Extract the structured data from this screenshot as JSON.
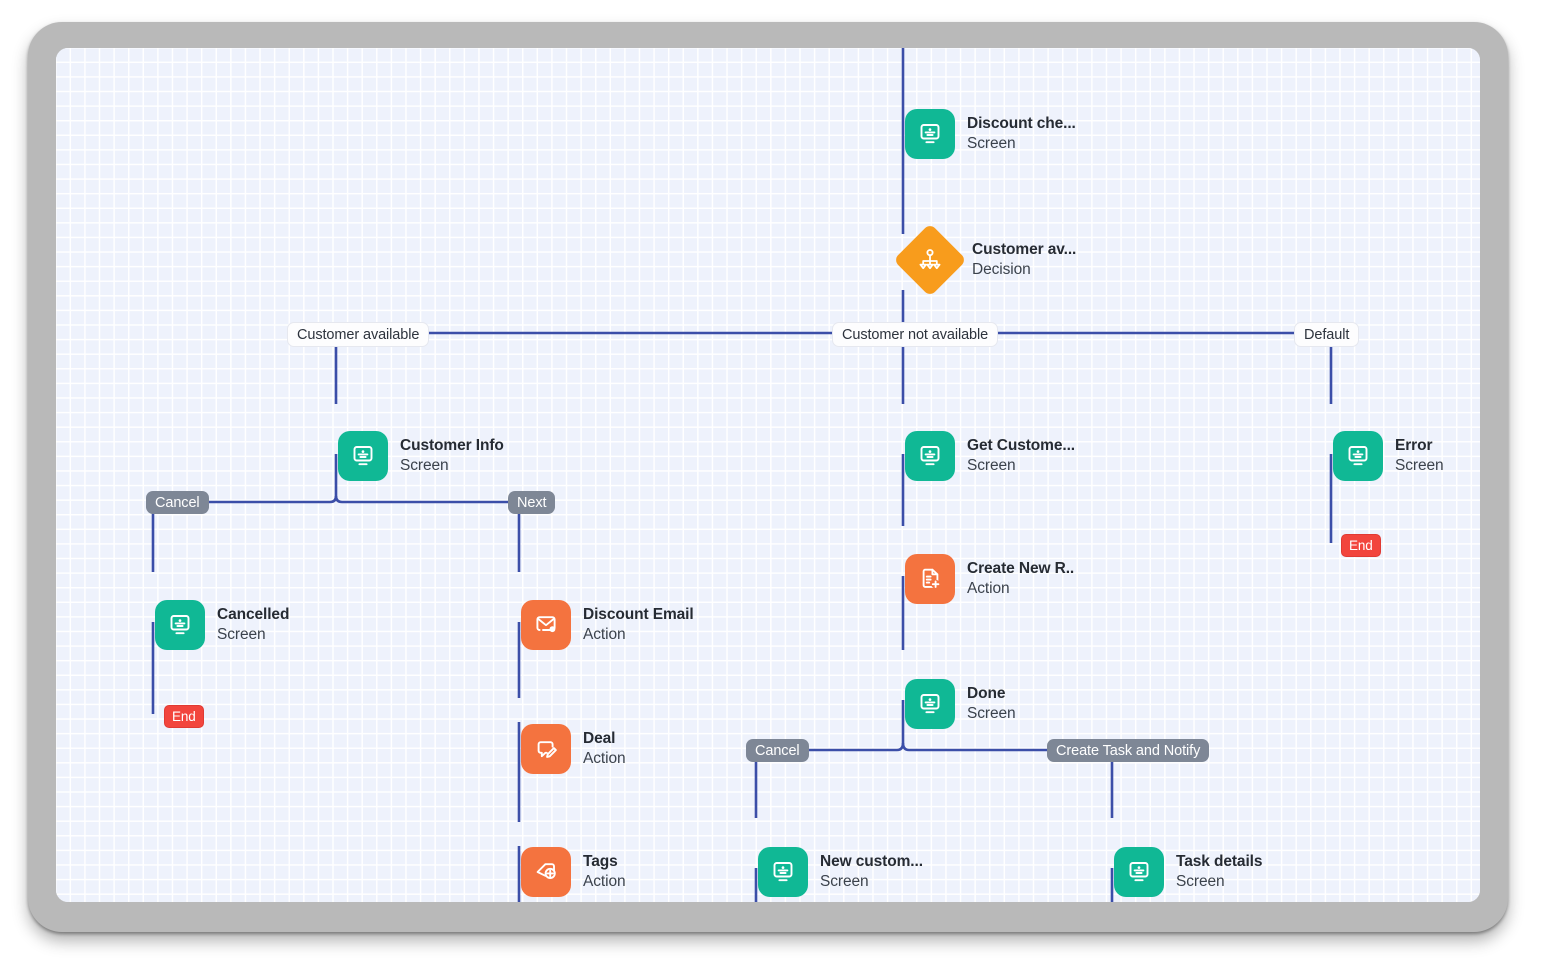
{
  "diagram": {
    "type": "flowchart",
    "canvas": {
      "grid": true,
      "grid_color": "#ffffff",
      "background": "#eef2fc"
    },
    "colors": {
      "screen": "#10b895",
      "action": "#f4733f",
      "decision": "#f89c1c",
      "edge": "#3b4ea8",
      "end_badge": "#f2453d",
      "gray_pill": "#7e8796"
    },
    "nodes": [
      {
        "id": "discount-check",
        "title": "Discount che...",
        "type": "Screen",
        "kind": "screen",
        "icon": "screen-icon"
      },
      {
        "id": "customer-available",
        "title": "Customer av...",
        "type": "Decision",
        "kind": "decision",
        "icon": "branch-icon"
      },
      {
        "id": "customer-info",
        "title": "Customer Info",
        "type": "Screen",
        "kind": "screen",
        "icon": "screen-icon"
      },
      {
        "id": "get-customer",
        "title": "Get Custome...",
        "type": "Screen",
        "kind": "screen",
        "icon": "screen-icon"
      },
      {
        "id": "error",
        "title": "Error",
        "type": "Screen",
        "kind": "screen",
        "icon": "screen-icon"
      },
      {
        "id": "cancelled",
        "title": "Cancelled",
        "type": "Screen",
        "kind": "screen",
        "icon": "screen-icon"
      },
      {
        "id": "discount-email",
        "title": "Discount Email",
        "type": "Action",
        "kind": "action",
        "icon": "envelope-icon"
      },
      {
        "id": "create-new-record",
        "title": "Create New R..",
        "type": "Action",
        "kind": "action",
        "icon": "document-plus-icon"
      },
      {
        "id": "deal",
        "title": "Deal",
        "type": "Action",
        "kind": "action",
        "icon": "deal-edit-icon"
      },
      {
        "id": "done",
        "title": "Done",
        "type": "Screen",
        "kind": "screen",
        "icon": "screen-icon"
      },
      {
        "id": "tags",
        "title": "Tags",
        "type": "Action",
        "kind": "action",
        "icon": "tag-plus-icon"
      },
      {
        "id": "new-customer",
        "title": "New custom...",
        "type": "Screen",
        "kind": "screen",
        "icon": "screen-icon"
      },
      {
        "id": "task-details",
        "title": "Task details",
        "type": "Screen",
        "kind": "screen",
        "icon": "screen-icon"
      }
    ],
    "edge_labels": [
      {
        "id": "customer-available-label",
        "text": "Customer available",
        "style": "light"
      },
      {
        "id": "customer-not-available-label",
        "text": "Customer not available",
        "style": "light"
      },
      {
        "id": "default-label",
        "text": "Default",
        "style": "light"
      },
      {
        "id": "cancel-label-left",
        "text": "Cancel",
        "style": "gray"
      },
      {
        "id": "next-label",
        "text": "Next",
        "style": "gray"
      },
      {
        "id": "cancel-label-mid",
        "text": "Cancel",
        "style": "gray"
      },
      {
        "id": "create-task-and-notify-label",
        "text": "Create Task and Notify",
        "style": "gray"
      }
    ],
    "end_badges": [
      {
        "id": "end-cancelled",
        "text": "End"
      },
      {
        "id": "end-error",
        "text": "End"
      }
    ]
  }
}
